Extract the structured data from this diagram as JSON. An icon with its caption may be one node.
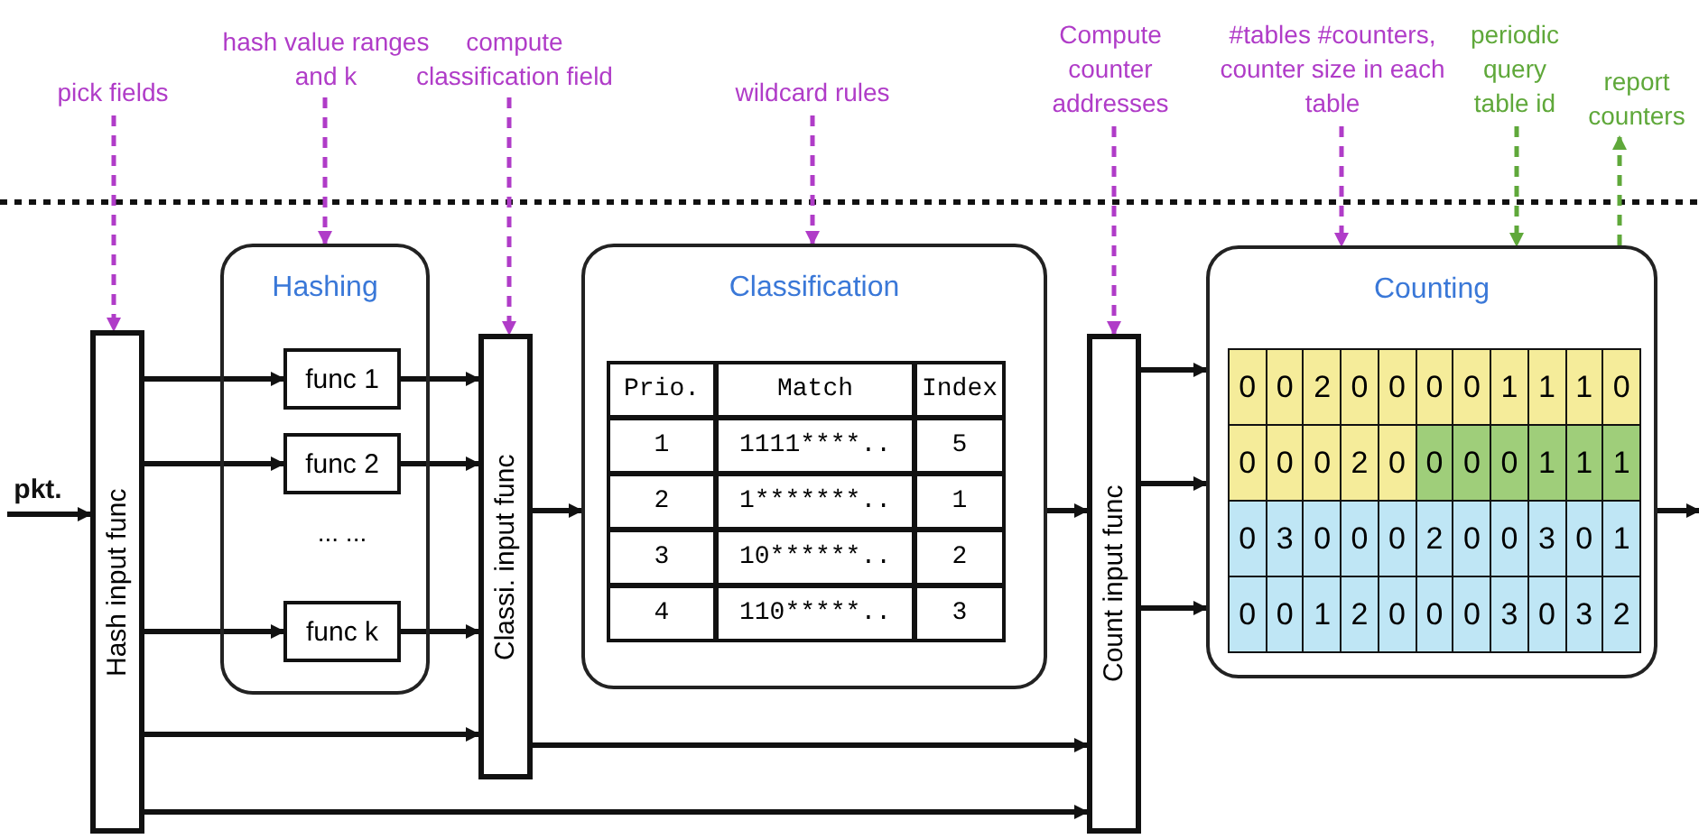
{
  "diagram": {
    "nodes": [
      {
        "text": [
          "pick fields"
        ]
      },
      {
        "text": [
          "hash value ranges and k"
        ]
      },
      {
        "text": [
          "compute classification field"
        ]
      },
      {
        "text": [
          "wildcard rules"
        ]
      },
      {
        "text": [
          "Compute counter addresses"
        ]
      },
      {
        "text": [
          "#tables #counters, counter size in each table"
        ]
      },
      {
        "text": [
          "periodic query table id"
        ]
      },
      {
        "text": [
          "report counters"
        ]
      },
      {
        "text": [
          "pkt."
        ]
      },
      {
        "text": [
          "Hash input func"
        ]
      },
      {
        "text": [
          "Hashing"
        ]
      },
      {
        "text": [
          "func 1"
        ],
        "in": 10
      },
      {
        "text": [
          "func 2"
        ],
        "in": 10
      },
      {
        "text": [
          "func k"
        ],
        "in": 10
      },
      {
        "text": [
          "Classi. input func"
        ]
      },
      {
        "text": [
          "Classification"
        ]
      },
      {
        "text": [
          "Count input func"
        ]
      },
      {
        "text": [
          "Counting"
        ]
      }
    ],
    "edges": [
      {
        "from": 0,
        "to": 9,
        "arrow": "to",
        "style": "dashed",
        "color": "#b03cc8"
      },
      {
        "from": 1,
        "to": 10,
        "arrow": "to",
        "style": "dashed",
        "color": "#b03cc8"
      },
      {
        "from": 2,
        "to": 14,
        "arrow": "to",
        "style": "dashed",
        "color": "#b03cc8"
      },
      {
        "from": 3,
        "to": 15,
        "arrow": "to",
        "style": "dashed",
        "color": "#b03cc8"
      },
      {
        "from": 4,
        "to": 16,
        "arrow": "to",
        "style": "dashed",
        "color": "#b03cc8"
      },
      {
        "from": 5,
        "to": 17,
        "arrow": "to",
        "style": "dashed",
        "color": "#b03cc8"
      },
      {
        "from": 6,
        "to": 17,
        "arrow": "to",
        "style": "dashed",
        "color": "#5fa83a"
      },
      {
        "from": 17,
        "to": 7,
        "arrow": "to",
        "style": "dashed",
        "color": "#5fa83a"
      },
      {
        "from": 8,
        "to": 9,
        "arrow": "to"
      },
      {
        "from": 9,
        "to": 11,
        "arrow": "to"
      },
      {
        "from": 9,
        "to": 12,
        "arrow": "to"
      },
      {
        "from": 9,
        "to": 13,
        "arrow": "to"
      },
      {
        "from": 11,
        "to": 14,
        "arrow": "to"
      },
      {
        "from": 12,
        "to": 14,
        "arrow": "to"
      },
      {
        "from": 13,
        "to": 14,
        "arrow": "to"
      },
      {
        "from": 9,
        "to": 14,
        "arrow": "to"
      },
      {
        "from": 14,
        "to": 16,
        "arrow": "to"
      },
      {
        "from": 9,
        "to": 16,
        "arrow": "to"
      },
      {
        "from": 14,
        "to": 15,
        "arrow": "to"
      },
      {
        "from": 15,
        "to": 16,
        "arrow": "to"
      },
      {
        "from": 16,
        "to": 17,
        "arrow": "to"
      },
      {
        "from": 16,
        "to": 17,
        "arrow": "to"
      },
      {
        "from": 16,
        "to": 17,
        "arrow": "to"
      },
      {
        "from": 17,
        "to": null,
        "arrow": "to"
      }
    ],
    "labels": [
      "... ...",
      "Prio.",
      "Match",
      "Index",
      "1",
      "1111****..",
      "5",
      "2",
      "1*******..",
      "1",
      "3",
      "10******..",
      "2",
      "4",
      "110*****..",
      "3",
      "0",
      "0",
      "2",
      "0",
      "0",
      "0",
      "0",
      "1",
      "1",
      "1",
      "0",
      "0",
      "0",
      "0",
      "2",
      "0",
      "0",
      "0",
      "0",
      "1",
      "1",
      "1",
      "0",
      "3",
      "0",
      "0",
      "0",
      "2",
      "0",
      "0",
      "3",
      "0",
      "1",
      "0",
      "0",
      "1",
      "2",
      "0",
      "0",
      "0",
      "3",
      "0",
      "3",
      "2"
    ]
  }
}
